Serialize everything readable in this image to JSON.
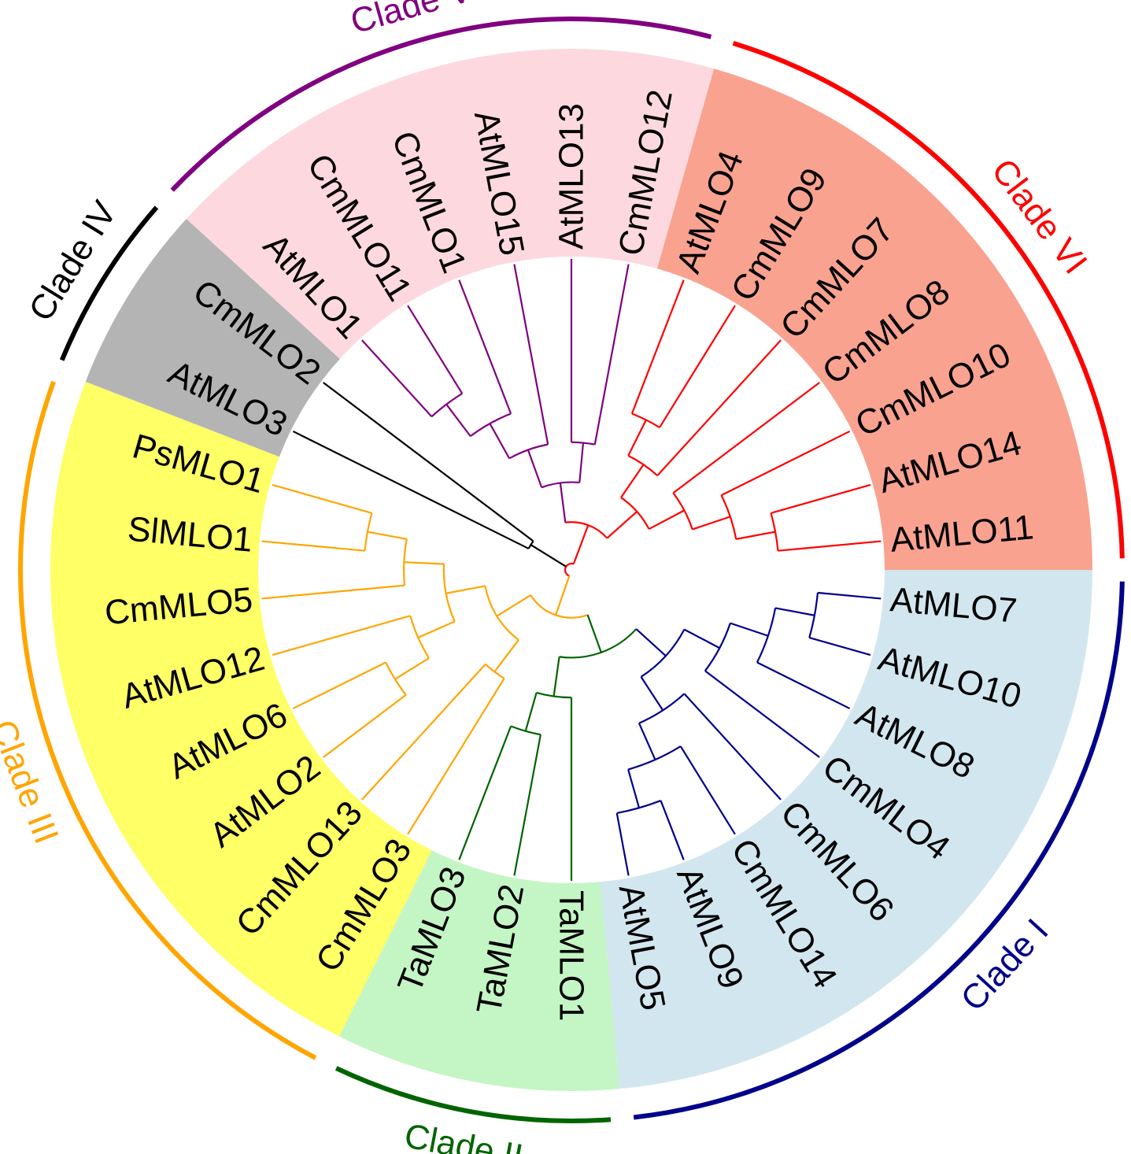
{
  "clades": [
    {
      "id": "I",
      "label": "Clade I",
      "color": "#00008b",
      "band": "#d2e6ef",
      "labelOnLeft": false,
      "leaves": [
        "AtMLO7",
        "AtMLO10",
        "AtMLO8",
        "CmMLO4",
        "CmMLO6",
        "CmMLO14",
        "AtMLO9",
        "AtMLO5"
      ]
    },
    {
      "id": "II",
      "label": "Clade II",
      "color": "#006400",
      "band": "#c4f5c4",
      "labelOnLeft": false,
      "leaves": [
        "TaMLO1",
        "TaMLO2",
        "TaMLO3"
      ]
    },
    {
      "id": "III",
      "label": "Clade III",
      "color": "#ffa500",
      "band": "#ffff66",
      "labelOnLeft": true,
      "leaves": [
        "CmMLO3",
        "CmMLO13",
        "AtMLO2",
        "AtMLO6",
        "AtMLO12",
        "CmMLO5",
        "SlMLO1",
        "PsMLO1"
      ]
    },
    {
      "id": "IV",
      "label": "Clade IV",
      "color": "#000000",
      "band": "#b4b4b4",
      "labelOnLeft": true,
      "leaves": [
        "AtMLO3",
        "CmMLO2"
      ]
    },
    {
      "id": "V",
      "label": "Clade V",
      "color": "#800080",
      "band": "#fdd9df",
      "labelOnLeft": true,
      "leaves": [
        "AtMLO1",
        "CmMLO11",
        "CmMLO1",
        "AtMLO15",
        "AtMLO13",
        "CmMLO12"
      ]
    },
    {
      "id": "VI",
      "label": "Clade VI",
      "color": "#ff0000",
      "band": "#f9a290",
      "labelOnLeft": false,
      "leaves": [
        "AtMLO4",
        "CmMLO9",
        "CmMLO7",
        "CmMLO8",
        "CmMLO10",
        "AtMLO14",
        "AtMLO11"
      ]
    }
  ],
  "tree": {
    "c": "VI",
    "children": [
      {
        "c": "IV",
        "children": [
          {
            "leaf": "AtMLO3"
          },
          {
            "leaf": "CmMLO2"
          }
        ]
      },
      {
        "c": "III",
        "children": [
          {
            "c": "II",
            "children": [
              {
                "c": "I",
                "children": [
                  {
                    "c": "I",
                    "children": [
                      {
                        "c": "I",
                        "children": [
                          {
                            "c": "I",
                            "children": [
                              {
                                "leaf": "AtMLO7"
                              },
                              {
                                "leaf": "AtMLO10"
                              }
                            ]
                          },
                          {
                            "leaf": "AtMLO8"
                          }
                        ]
                      },
                      {
                        "leaf": "CmMLO4"
                      }
                    ]
                  },
                  {
                    "c": "I",
                    "children": [
                      {
                        "leaf": "CmMLO6"
                      },
                      {
                        "c": "I",
                        "children": [
                          {
                            "leaf": "CmMLO14"
                          },
                          {
                            "c": "I",
                            "children": [
                              {
                                "leaf": "AtMLO9"
                              },
                              {
                                "leaf": "AtMLO5"
                              }
                            ]
                          }
                        ]
                      }
                    ]
                  }
                ]
              },
              {
                "c": "II",
                "children": [
                  {
                    "leaf": "TaMLO1"
                  },
                  {
                    "c": "II",
                    "children": [
                      {
                        "leaf": "TaMLO2"
                      },
                      {
                        "leaf": "TaMLO3"
                      }
                    ]
                  }
                ]
              }
            ]
          },
          {
            "c": "III",
            "children": [
              {
                "c": "III",
                "children": [
                  {
                    "leaf": "CmMLO3"
                  },
                  {
                    "leaf": "CmMLO13"
                  }
                ]
              },
              {
                "c": "III",
                "children": [
                  {
                    "c": "III",
                    "children": [
                      {
                        "c": "III",
                        "children": [
                          {
                            "leaf": "AtMLO2"
                          },
                          {
                            "leaf": "AtMLO6"
                          }
                        ]
                      },
                      {
                        "leaf": "AtMLO12"
                      }
                    ]
                  },
                  {
                    "c": "III",
                    "children": [
                      {
                        "leaf": "CmMLO5"
                      },
                      {
                        "c": "III",
                        "children": [
                          {
                            "leaf": "SlMLO1"
                          },
                          {
                            "leaf": "PsMLO1"
                          }
                        ]
                      }
                    ]
                  }
                ]
              }
            ]
          }
        ]
      },
      {
        "c": "VI",
        "children": [
          {
            "c": "V",
            "children": [
              {
                "c": "V",
                "children": [
                  {
                    "c": "V",
                    "children": [
                      {
                        "c": "V",
                        "children": [
                          {
                            "leaf": "AtMLO1"
                          },
                          {
                            "leaf": "CmMLO11"
                          }
                        ]
                      },
                      {
                        "leaf": "CmMLO1"
                      }
                    ]
                  },
                  {
                    "leaf": "AtMLO15"
                  }
                ]
              },
              {
                "c": "V",
                "children": [
                  {
                    "leaf": "AtMLO13"
                  },
                  {
                    "leaf": "CmMLO12"
                  }
                ]
              }
            ]
          },
          {
            "c": "VI",
            "children": [
              {
                "c": "VI",
                "children": [
                  {
                    "c": "VI",
                    "children": [
                      {
                        "leaf": "AtMLO4"
                      },
                      {
                        "leaf": "CmMLO9"
                      }
                    ]
                  },
                  {
                    "leaf": "CmMLO7"
                  }
                ]
              },
              {
                "c": "VI",
                "children": [
                  {
                    "leaf": "CmMLO8"
                  },
                  {
                    "c": "VI",
                    "children": [
                      {
                        "leaf": "CmMLO10"
                      },
                      {
                        "c": "VI",
                        "children": [
                          {
                            "leaf": "AtMLO14"
                          },
                          {
                            "leaf": "AtMLO11"
                          }
                        ]
                      }
                    ]
                  }
                ]
              }
            ]
          }
        ]
      }
    ]
  }
}
